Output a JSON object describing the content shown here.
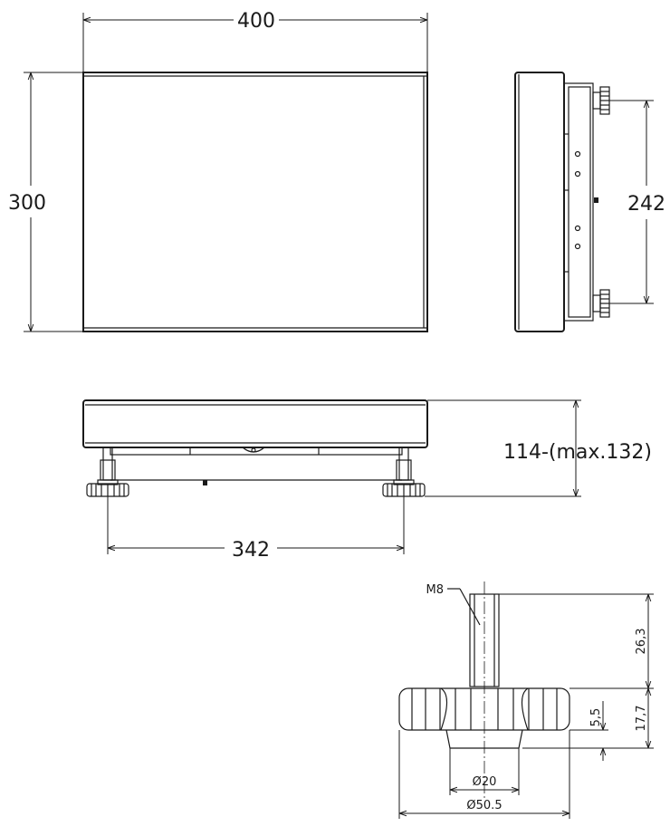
{
  "dimensions": {
    "width_top": "400",
    "depth_top": "300",
    "side_foot_spacing": "242",
    "front_height": "114-(max.132)",
    "front_foot_spacing": "342"
  },
  "foot_detail": {
    "thread": "M8",
    "stud_length": "26,3",
    "foot_height": "17,7",
    "base_height": "5,5",
    "base_diameter": "Ø20",
    "knob_diameter": "Ø50.5"
  }
}
